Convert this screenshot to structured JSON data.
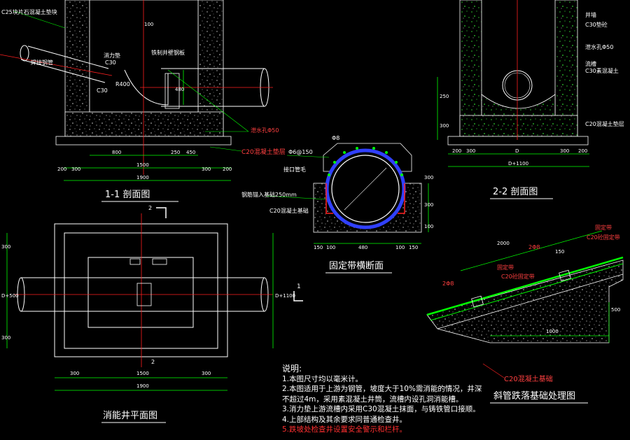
{
  "titles": {
    "section_1_1": "1-1 剖面图",
    "section_2_2": "2-2 剖面图",
    "plan": "消能井平面图",
    "band_section": "固定带横断面",
    "slope_base": "斜管跌落基础处理图"
  },
  "section_1_1": {
    "labels": {
      "gravel": "C25块片石混凝土垫块",
      "pipe": "焊接钢管",
      "cushion": "消力垫",
      "c30_a": "C30",
      "vertical_plate": "铁制井壁钢板",
      "c30_b": "C30",
      "r400": "R400",
      "drain": "泄水孔Φ50",
      "c20": "C20混凝土垫层",
      "d100": "100",
      "d480": "480",
      "d800": "800",
      "d250": "250",
      "d450": "450",
      "d1500": "1500",
      "d1900": "1900",
      "d200a": "200",
      "d300a": "300",
      "d300b": "300",
      "d200b": "200"
    }
  },
  "section_2_2": {
    "labels": {
      "well_wall": "井墙",
      "c30_pad": "C30垫砼",
      "drain": "泄水孔Φ50",
      "channel": "流槽",
      "c30_concrete": "C30素混凝土",
      "c20": "C20混凝土垫层",
      "d250": "250",
      "d300": "300",
      "d200a": "200",
      "d300a": "300",
      "d_d": "D",
      "d300b": "300",
      "d200b": "200",
      "d_total": "D+1100"
    }
  },
  "band": {
    "labels": {
      "phi8": "Φ8",
      "phi6": "Φ6@150",
      "joint": "接口管毛",
      "anchor": "钢筋锚入基础250mm",
      "c20": "C20混凝土基础",
      "d300a": "300",
      "d300b": "300",
      "d100": "100",
      "d150a": "150",
      "d100a": "100",
      "d480": "480",
      "d100b": "100",
      "d150b": "150"
    }
  },
  "plan": {
    "labels": {
      "d300": "300",
      "d500": "D+500",
      "d300b": "300",
      "d1100": "D+1100",
      "m1": "1",
      "m2": "2",
      "m2b": "2",
      "d300c": "300",
      "d1500": "1500",
      "d300d": "300",
      "d1900": "1900"
    }
  },
  "slope": {
    "labels": {
      "d2000": "2000",
      "band_a": "固定带",
      "c20_band_a": "C20砼固定带",
      "band_b": "固定带",
      "c20_band_b": "C20砼固定带",
      "phi8a": "2Φ8",
      "phi8b": "2Φ8",
      "d150": "150",
      "d1000": "1000",
      "d500": "500",
      "c20_base": "C20混凝土基础"
    }
  },
  "notes": {
    "heading": "说明:",
    "items": [
      "1.本图尺寸均以毫米计。",
      "2.本图适用于上游为钢管，坡度大于10%需消能的情况，井深",
      "  不超过4m，采用素混凝土井筒，流槽内设孔洞消能槽。",
      "3.消力垫上游流槽内采用C30混凝土抹面，与铸铁管口接顺。",
      "4.上部结构及其余要求同普通检查井。",
      "5.跌坡处检查井设置安全警示和栏杆。"
    ]
  },
  "colors": {
    "structure": "#ffffff",
    "green": "#00ff00",
    "red": "#ff2020",
    "blue": "#3040ff",
    "yellow": "#ffff00",
    "gray": "#c8c8c8"
  }
}
